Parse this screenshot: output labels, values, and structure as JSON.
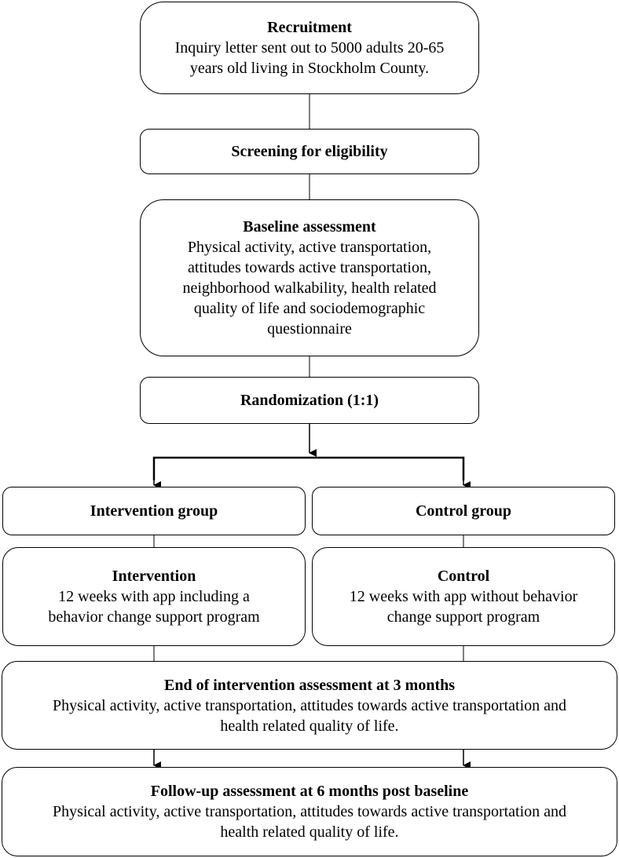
{
  "recruitment": {
    "title": "Recruitment",
    "lines": [
      "Inquiry letter sent out to 5000 adults 20-65",
      "years old living in Stockholm County."
    ]
  },
  "screening": {
    "title": "Screening for eligibility"
  },
  "baseline": {
    "title": "Baseline assessment",
    "lines": [
      "Physical activity, active transportation,",
      "attitudes towards active transportation,",
      "neighborhood walkability, health related",
      "quality of life and sociodemographic",
      "questionnaire"
    ]
  },
  "randomization": {
    "title": "Randomization (1:1)"
  },
  "intervention_group": {
    "title": "Intervention group"
  },
  "control_group": {
    "title": "Control group"
  },
  "intervention": {
    "title": "Intervention",
    "lines": [
      "12 weeks with app including a",
      "behavior change support program"
    ]
  },
  "control": {
    "title": "Control",
    "lines": [
      "12 weeks with app without behavior",
      "change support program"
    ]
  },
  "end_assessment": {
    "title": "End of intervention assessment at 3 months",
    "lines": [
      "Physical activity, active transportation, attitudes towards active transportation and",
      "health related quality of life."
    ]
  },
  "followup_assessment": {
    "title": "Follow-up assessment at 6 months post baseline",
    "lines": [
      "Physical activity, active transportation, attitudes towards active transportation and",
      "health related quality of life."
    ]
  }
}
